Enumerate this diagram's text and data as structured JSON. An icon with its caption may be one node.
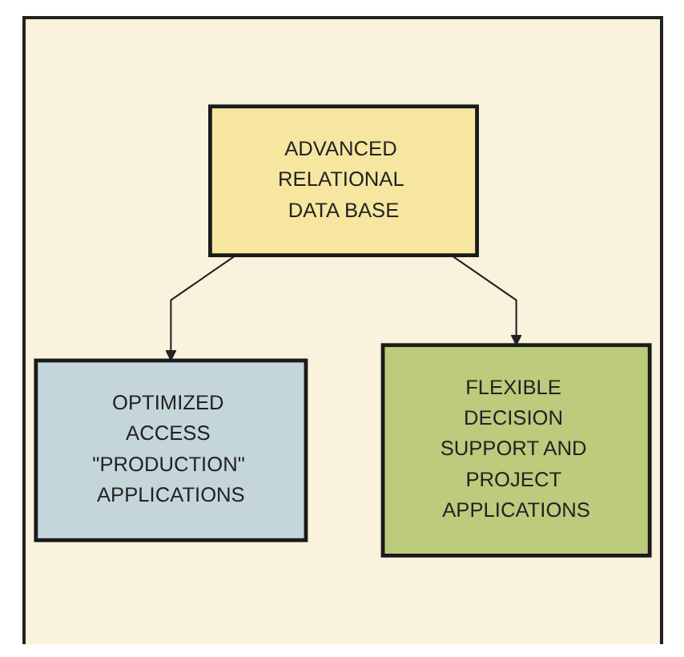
{
  "diagram": {
    "nodes": [
      {
        "text": [
          "ADVANCED RELATIONAL DATA BASE"
        ]
      },
      {
        "text": [
          "OPTIMIZED ACCESS \"PRODUCTION\" APPLICATIONS"
        ]
      },
      {
        "text": [
          "FLEXIBLE DECISION SUPPORT AND PROJECT APPLICATIONS"
        ]
      }
    ],
    "edges": [
      {
        "from": 0,
        "to": 1,
        "arrow": "to"
      },
      {
        "from": 0,
        "to": 2,
        "arrow": "to"
      }
    ]
  }
}
